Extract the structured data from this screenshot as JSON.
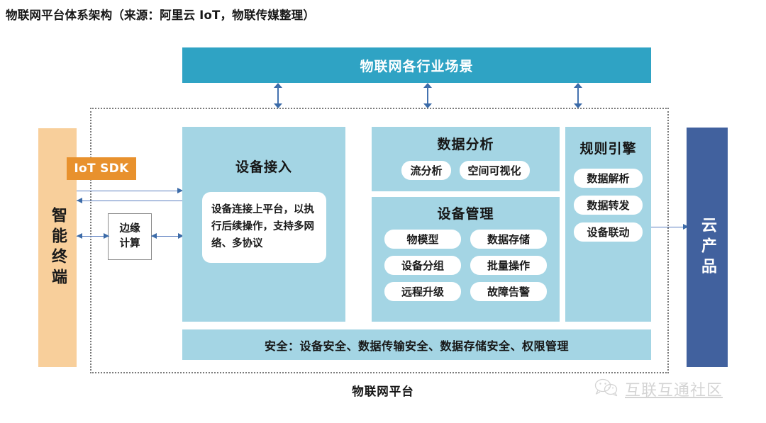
{
  "title": "物联网平台体系架构（来源：阿里云 IoT，物联传媒整理）",
  "banner": {
    "label": "物联网各行业场景"
  },
  "left": {
    "terminal_label": "智能终端",
    "sdk_badge": "IoT SDK",
    "edge_line1": "边缘",
    "edge_line2": "计算"
  },
  "panels": {
    "access": {
      "title": "设备接入",
      "callout": "设备连接上平台，以执行后续操作，支持多网络、多协议"
    },
    "analysis": {
      "title": "数据分析",
      "pills": [
        "流分析",
        "空间可视化"
      ]
    },
    "device": {
      "title": "设备管理",
      "pills": [
        "物模型",
        "数据存储",
        "设备分组",
        "批量操作",
        "远程升级",
        "故障告警"
      ]
    },
    "rules": {
      "title": "规则引擎",
      "pills": [
        "数据解析",
        "数据转发",
        "设备联动"
      ]
    }
  },
  "security": {
    "label": "安全：设备安全、数据传输安全、数据存储安全、权限管理"
  },
  "cloud": {
    "label": "云产品"
  },
  "platform_caption": "物联网平台",
  "watermark": {
    "text": "互联互通社区"
  },
  "colors": {
    "banner_teal": "#2fa3c4",
    "panel_blue": "#a4d5e4",
    "terminal_peach": "#f8cf9b",
    "sdk_orange": "#e8912d",
    "cloud_navy": "#41619e",
    "arrow_blue": "#4472b0",
    "boundary_gray": "#7a7a7a"
  }
}
